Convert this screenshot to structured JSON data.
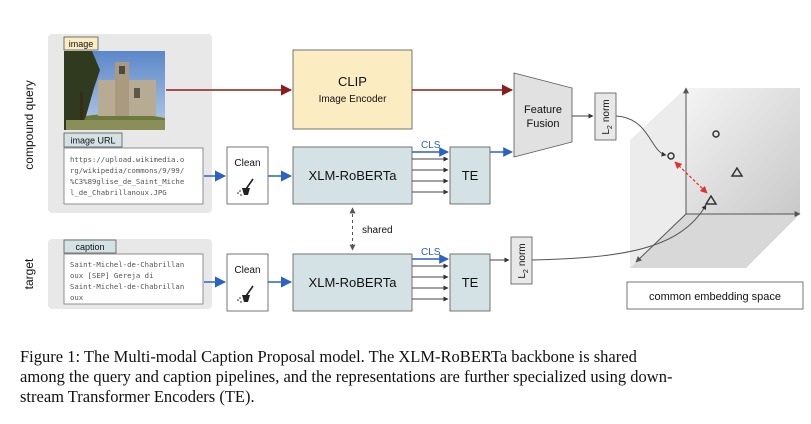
{
  "diagram": {
    "labels": {
      "compound_query": "compound query",
      "target": "target",
      "image_tag": "image",
      "image_url_tag": "image URL",
      "caption_tag": "caption",
      "url_lines": [
        "https://upload.wikimedia.o",
        "rg/wikipedia/commons/9/99/",
        "%C3%89glise_de_Saint_Miche",
        "l_de_Chabrillanoux.JPG"
      ],
      "caption_lines": [
        "Saint-Michel-de-Chabrillan",
        "oux [SEP] Gereja di",
        "Saint-Michel-de-Chabrillan",
        "oux"
      ],
      "clean": "Clean",
      "clip_title": "CLIP",
      "clip_sub": "Image Encoder",
      "xlmr": "XLM-RoBERTa",
      "te": "TE",
      "cls": "CLS",
      "shared": "shared",
      "fusion_line1": "Feature",
      "fusion_line2": "Fusion",
      "norm_prefix": "L",
      "norm_sub": "2",
      "norm_word": "norm",
      "space": "common embedding space"
    },
    "colors": {
      "panel": "#e8e8e8",
      "clip_fill": "#fbecc2",
      "block_fill": "#d4e2e6",
      "block_stroke": "#555555",
      "blue_arrow": "#2b62c6",
      "red_arrow": "#8c1c1c",
      "dashed_red": "#e03030"
    }
  },
  "caption": {
    "line1": "Figure 1: The Multi-modal Caption Proposal model.  The XLM-RoBERTa backbone is shared",
    "line2": "among the query and caption pipelines, and the representations are further specialized using down-",
    "line3": "stream Transformer Encoders (TE)."
  }
}
